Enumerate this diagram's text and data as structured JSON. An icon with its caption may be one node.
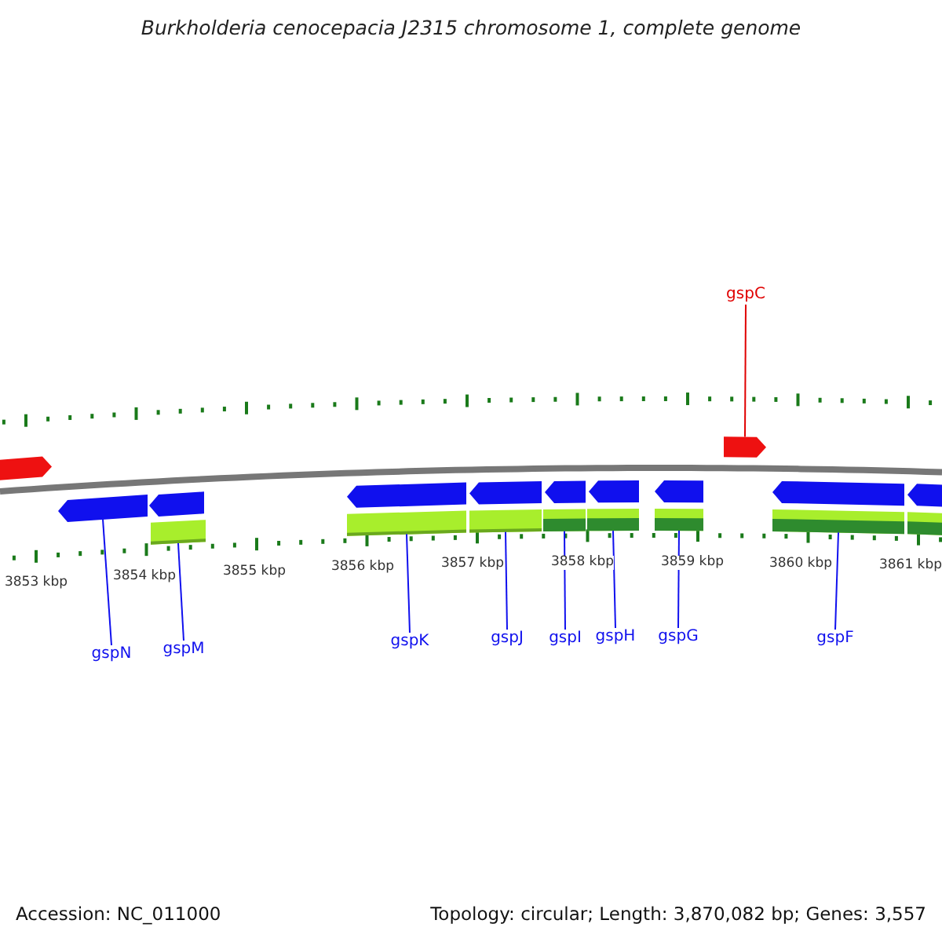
{
  "diagram": {
    "title": "Burkholderia cenocepacia J2315 chromosome 1, complete genome",
    "nodes": [
      {
        "text": [
          "gspC"
        ]
      },
      {
        "text": [],
        "shape": "pentagon"
      },
      {
        "text": [],
        "shape": "pentagon"
      },
      {
        "text": [],
        "shape": "pentagon"
      },
      {
        "text": [],
        "shape": "pentagon"
      },
      {
        "text": [],
        "shape": "pentagon"
      },
      {
        "text": [],
        "shape": "pentagon"
      },
      {
        "text": [],
        "shape": "pentagon"
      },
      {
        "text": [],
        "shape": "pentagon"
      },
      {
        "text": [],
        "shape": "pentagon"
      },
      {
        "text": [],
        "shape": "pentagon"
      },
      {
        "text": [],
        "shape": "pentagon"
      },
      {
        "text": [],
        "shape": "bar"
      },
      {
        "text": [],
        "shape": "bar"
      },
      {
        "text": [],
        "shape": "bar"
      },
      {
        "text": [],
        "shape": "bar"
      },
      {
        "text": [],
        "shape": "bar"
      },
      {
        "text": [],
        "shape": "bar"
      },
      {
        "text": [],
        "shape": "bar"
      },
      {
        "text": [],
        "shape": "bar"
      },
      {
        "text": [
          "gspN"
        ]
      },
      {
        "text": [
          "gspM"
        ]
      },
      {
        "text": [
          "gspK"
        ]
      },
      {
        "text": [
          "gspJ"
        ]
      },
      {
        "text": [
          "gspI"
        ]
      },
      {
        "text": [
          "gspH"
        ]
      },
      {
        "text": [
          "gspG"
        ]
      },
      {
        "text": [
          "gspF"
        ]
      }
    ],
    "edges": [
      {
        "from": 0,
        "to": 9,
        "arrow": "none",
        "color": "#e00000"
      },
      {
        "from": 20,
        "to": 2,
        "arrow": "none"
      },
      {
        "from": 21,
        "to": 12,
        "arrow": "none"
      },
      {
        "from": 22,
        "to": 13,
        "arrow": "none"
      },
      {
        "from": 23,
        "to": 14,
        "arrow": "none"
      },
      {
        "from": 24,
        "to": 15,
        "arrow": "none"
      },
      {
        "from": 25,
        "to": 16,
        "arrow": "none"
      },
      {
        "from": 26,
        "to": 17,
        "arrow": "none"
      },
      {
        "from": 27,
        "to": 18,
        "arrow": "none"
      }
    ],
    "labels": [
      "3853 kbp",
      "3854 kbp",
      "3855 kbp",
      "3856 kbp",
      "3857 kbp",
      "3858 kbp",
      "3859 kbp",
      "3860 kbp",
      "3861 kbp",
      "Accession: NC_011000",
      "Topology: circular; Length: 3,870,082 bp; Genes: 3,557"
    ]
  }
}
